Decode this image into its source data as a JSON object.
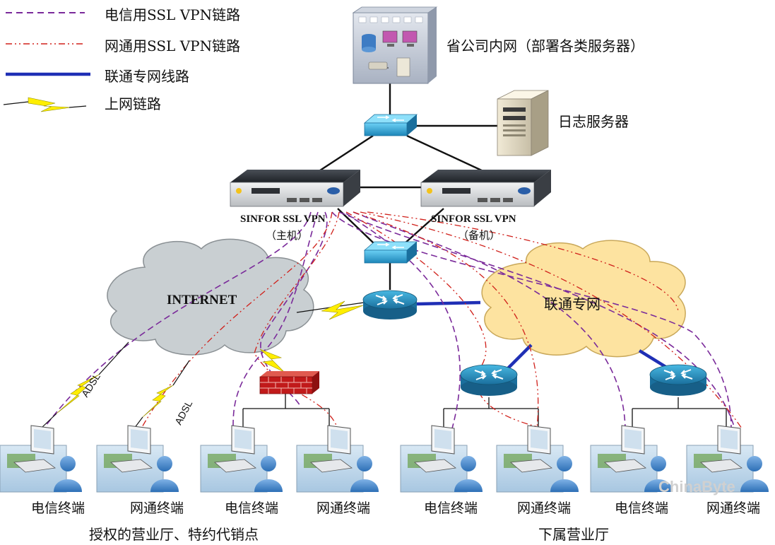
{
  "legend": {
    "telecom_ssl": "电信用SSL VPN链路",
    "netcom_ssl": "网通用SSL VPN链路",
    "unicom_line": "联通专网线路",
    "internet_link": "上网链路"
  },
  "nodes": {
    "hq_intranet": "省公司内网（部署各类服务器）",
    "log_server": "日志服务器",
    "ssl_main_name": "SINFOR SSL VPN",
    "ssl_main_role": "（主机）",
    "ssl_backup_name": "SINFOR SSL VPN",
    "ssl_backup_role": "（备机）",
    "internet_cloud": "INTERNET",
    "unicom_cloud": "联通专网",
    "adsl_1": "ADSL",
    "adsl_2": "ADSL"
  },
  "terminals": [
    "电信终端",
    "网通终端",
    "电信终端",
    "网通终端",
    "电信终端",
    "网通终端",
    "电信终端",
    "网通终端"
  ],
  "groups": {
    "authorized": "授权的营业厅、特约代销点",
    "subordinate": "下属营业厅"
  },
  "colors": {
    "telecom_line": "#7a2a9a",
    "netcom_line": "#d0201a",
    "unicom_line": "#1f2fb5",
    "bolt": "#ffee00",
    "internet_cloud": "#c9cfd2",
    "unicom_cloud": "#fde3a0",
    "device_blue": "#2a9ccd",
    "router_blue": "#2288b5",
    "firewall_red": "#c11a1a"
  },
  "icons": {
    "hq": "office-building-icon",
    "log": "server-tower-icon",
    "switch": "switch-icon",
    "router": "router-icon",
    "firewall": "firewall-icon",
    "appliance": "vpn-appliance-icon",
    "terminal": "pc-user-icon"
  },
  "watermark": "ChinaByte"
}
